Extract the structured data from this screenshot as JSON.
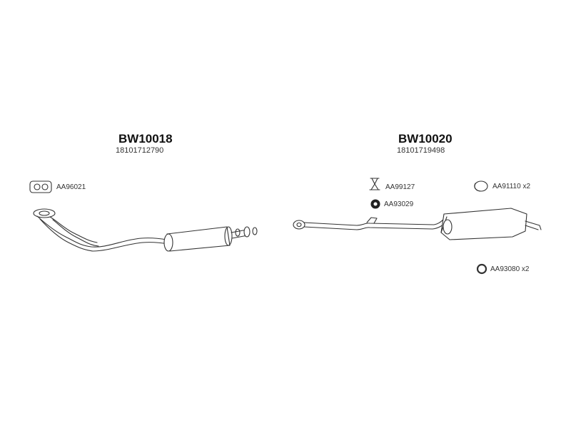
{
  "assemblies": [
    {
      "code": "BW10018",
      "ref": "18101712790"
    },
    {
      "code": "BW10020",
      "ref": "18101719498"
    }
  ],
  "parts": {
    "gasket_left": "AA96021",
    "bracket": "AA99127",
    "ring": "AA93029",
    "clamp_ring": "AA91110 x2",
    "rubber_ring": "AA93080 x2"
  }
}
